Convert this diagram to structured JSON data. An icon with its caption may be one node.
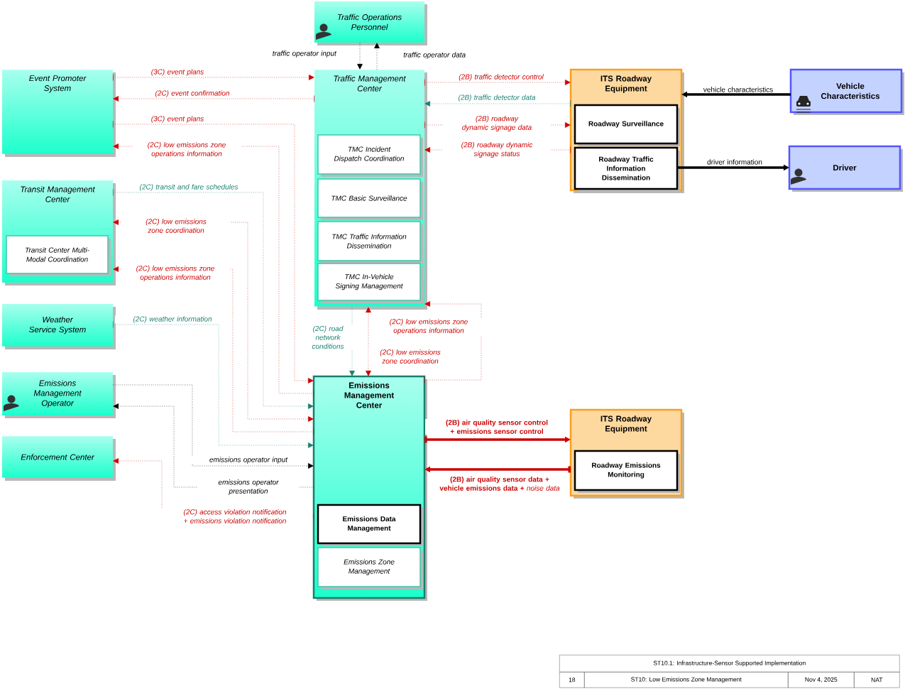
{
  "diagram": {
    "nodes": [
      {
        "text": [
          "Traffic Operations Personnel"
        ]
      },
      {
        "text": [
          "Traffic Management Center"
        ]
      },
      {
        "text": [
          "TMC Incident Dispatch Coordination"
        ],
        "in": 1
      },
      {
        "text": [
          "TMC Basic Surveillance"
        ],
        "in": 1
      },
      {
        "text": [
          "TMC Traffic Information Dissemination"
        ],
        "in": 1
      },
      {
        "text": [
          "TMC In-Vehicle Signing Management"
        ],
        "in": 1
      },
      {
        "text": [
          "ITS Roadway Equipment"
        ]
      },
      {
        "text": [
          "Roadway Surveillance"
        ],
        "in": 6
      },
      {
        "text": [
          "Roadway Traffic Information Dissemination"
        ],
        "in": 6
      },
      {
        "text": [
          "Vehicle Characteristics"
        ]
      },
      {
        "text": [
          "Driver"
        ]
      },
      {
        "text": [
          "Event Promoter System"
        ]
      },
      {
        "text": [
          "Transit Management Center"
        ]
      },
      {
        "text": [
          "Transit Center Multi-Modal Coordination"
        ],
        "in": 12
      },
      {
        "text": [
          "Weather Service System"
        ]
      },
      {
        "text": [
          "Emissions Management Operator"
        ]
      },
      {
        "text": [
          "Enforcement Center"
        ]
      },
      {
        "text": [
          "Emissions Management Center"
        ]
      },
      {
        "text": [
          "Emissions Data Management"
        ],
        "in": 17
      },
      {
        "text": [
          "Emissions Zone Management"
        ],
        "in": 17
      },
      {
        "text": [
          "ITS Roadway Equipment"
        ]
      },
      {
        "text": [
          "Roadway Emissions Monitoring"
        ],
        "in": 20
      }
    ],
    "edges": [
      {
        "from": 1,
        "to": 0,
        "arrow": "to",
        "label": "traffic operator data",
        "style": "dashed",
        "color": "#000000"
      },
      {
        "from": 0,
        "to": 1,
        "arrow": "to",
        "label": "traffic operator input",
        "style": "dashed",
        "color": "#000000"
      },
      {
        "from": 11,
        "to": 1,
        "arrow": "to",
        "label": "(3C) event plans",
        "style": "dashed"
      },
      {
        "from": 1,
        "to": 11,
        "arrow": "to",
        "label": "(2C) event confirmation",
        "style": "dashed"
      },
      {
        "from": 11,
        "to": 17,
        "arrow": "to",
        "label": "(3C) event plans",
        "style": "dashed"
      },
      {
        "from": 17,
        "to": 11,
        "arrow": "to",
        "label": "(2C) low emissions zone operations information",
        "style": "dashed"
      },
      {
        "from": 12,
        "to": 17,
        "arrow": "to",
        "label": "(2C) transit and fare schedules",
        "style": "dashed",
        "color": "#1a7f70"
      },
      {
        "from": 12,
        "to": 17,
        "arrow": "both",
        "label": "(2C) low emissions zone coordination",
        "style": "dashed"
      },
      {
        "from": 17,
        "to": 12,
        "arrow": "to",
        "label": "(2C) low emissions zone operations information",
        "style": "dashed"
      },
      {
        "from": 14,
        "to": 17,
        "arrow": "to",
        "label": "(2C) weather information",
        "style": "dashed",
        "color": "#1a7f70"
      },
      {
        "from": 15,
        "to": 17,
        "arrow": "to",
        "label": "emissions operator input",
        "style": "dashed",
        "color": "#000000"
      },
      {
        "from": 17,
        "to": 15,
        "arrow": "to",
        "label": "emissions operator presentation",
        "style": "dashed",
        "color": "#000000"
      },
      {
        "from": 17,
        "to": 16,
        "arrow": "to",
        "label": "(2C) access violation notification + emissions violation notification",
        "style": "dashed"
      },
      {
        "from": 1,
        "to": 17,
        "arrow": "to",
        "label": "(2C) road network conditions",
        "style": "dashed",
        "color": "#1a7f70"
      },
      {
        "from": 1,
        "to": 17,
        "arrow": "both",
        "label": "(2C) low emissions zone coordination",
        "style": "dashed"
      },
      {
        "from": 17,
        "to": 1,
        "arrow": "to",
        "label": "(2C) low emissions zone operations information",
        "style": "dashed"
      },
      {
        "from": 1,
        "to": 6,
        "arrow": "to",
        "label": "(2B) traffic detector control",
        "style": "dashed"
      },
      {
        "from": 6,
        "to": 1,
        "arrow": "to",
        "label": "(2B) traffic detector data",
        "style": "dashed",
        "color": "#1a7f70"
      },
      {
        "from": 1,
        "to": 6,
        "arrow": "to",
        "label": "(2B) roadway dynamic signage data",
        "style": "dashed"
      },
      {
        "from": 6,
        "to": 1,
        "arrow": "to",
        "label": "(2B) roadway dynamic signage status",
        "style": "dashed"
      },
      {
        "from": 9,
        "to": 6,
        "arrow": "to",
        "label": "vehicle characteristics",
        "style": "thick",
        "color": "#000000"
      },
      {
        "from": 8,
        "to": 10,
        "arrow": "to",
        "label": "driver information",
        "style": "thick",
        "color": "#000000"
      },
      {
        "from": 17,
        "to": 20,
        "arrow": "to",
        "label": "**(2B) air quality sensor control + emissions sensor control**",
        "style": "thick"
      },
      {
        "from": 20,
        "to": 17,
        "arrow": "to",
        "label": "**(2B) air quality sensor data + vehicle emissions data +** *noise data*",
        "style": "thick"
      }
    ],
    "labels": [
      "ST10.1: Infrastructure-Sensor Supported Implementation",
      "18",
      "ST10: Low Emissions Zone Management",
      "Nov 4, 2025",
      "NAT"
    ]
  }
}
